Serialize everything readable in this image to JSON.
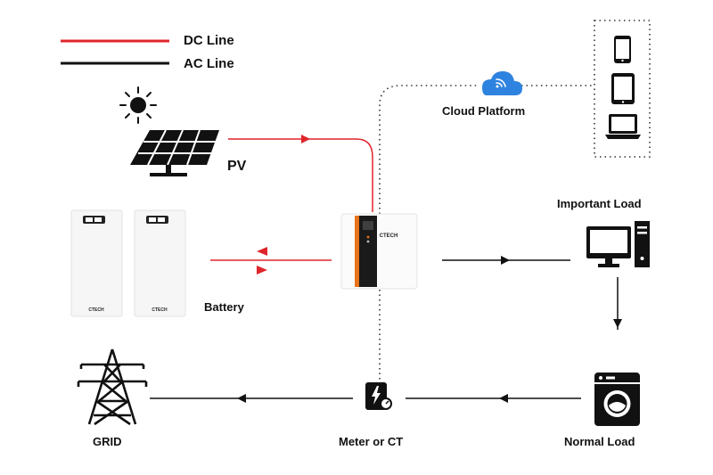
{
  "legend": {
    "dc_label": "DC Line",
    "ac_label": "AC Line",
    "dc_color": "#e0242c",
    "ac_color": "#111111"
  },
  "nodes": {
    "pv": "PV",
    "battery": "Battery",
    "cloud": "Cloud Platform",
    "important_load": "Important Load",
    "normal_load": "Normal Load",
    "meter": "Meter or CT",
    "grid": "GRID"
  },
  "brand": {
    "inverter_logo": "CTECH",
    "battery_logo": "CTECH"
  },
  "icons": {
    "sun": "sun-icon",
    "solar_panel": "solar-panel-icon",
    "battery_module": "battery-module-icon",
    "inverter": "inverter-icon",
    "cloud": "cloud-wifi-icon",
    "phone": "smartphone-icon",
    "tablet": "tablet-icon",
    "laptop": "laptop-icon",
    "computer": "desktop-computer-icon",
    "washing_machine": "washing-machine-icon",
    "meter": "energy-meter-icon",
    "pylon": "transmission-tower-icon"
  },
  "colors": {
    "inverter_accent": "#e8731a",
    "dotted_line": "#333333"
  }
}
